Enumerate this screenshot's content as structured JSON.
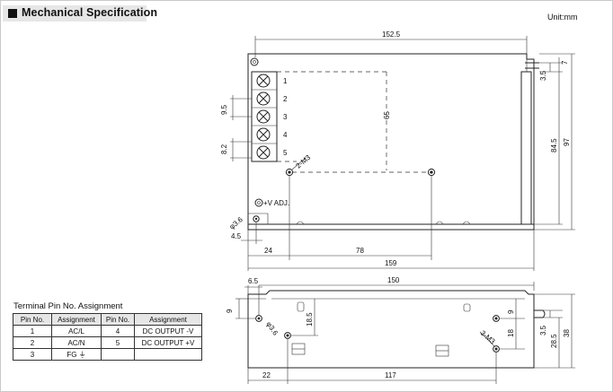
{
  "header": {
    "title": "Mechanical Specification",
    "unit": "Unit:mm"
  },
  "top_view": {
    "terminal_numbers": [
      "1",
      "2",
      "3",
      "4",
      "5"
    ],
    "dims": {
      "length": "152.5",
      "height_inner": "84.5",
      "height_total": "97",
      "pitch_9_5": "9.5",
      "pitch_8_2": "8.2",
      "depth_65": "65",
      "hole_top_7": "7",
      "hole_top_3_5": "3.5",
      "m3": "2-M3",
      "adj": "+V ADJ.",
      "phi": "φ3.6",
      "left_4_5": "4.5",
      "left_24": "24",
      "mid_78": "78",
      "bottom_159": "159"
    }
  },
  "side_view": {
    "dims": {
      "left_6_5": "6.5",
      "top_150": "150",
      "left_9": "9",
      "phi": "φ3.6",
      "h_18_5": "18.5",
      "m3": "3-M3",
      "right_9": "9",
      "right_18": "18",
      "right_3_5": "3.5",
      "right_28_5": "28.5",
      "right_38": "38",
      "bottom_22": "22",
      "bottom_117": "117"
    }
  },
  "pin_table": {
    "caption": "Terminal Pin No.  Assignment",
    "headers": [
      "Pin No.",
      "Assignment",
      "Pin No.",
      "Assignment"
    ],
    "rows": [
      [
        "1",
        "AC/L",
        "4",
        "DC OUTPUT -V"
      ],
      [
        "2",
        "AC/N",
        "5",
        "DC OUTPUT +V"
      ],
      [
        "3",
        "FG ⏚",
        "",
        ""
      ]
    ]
  }
}
